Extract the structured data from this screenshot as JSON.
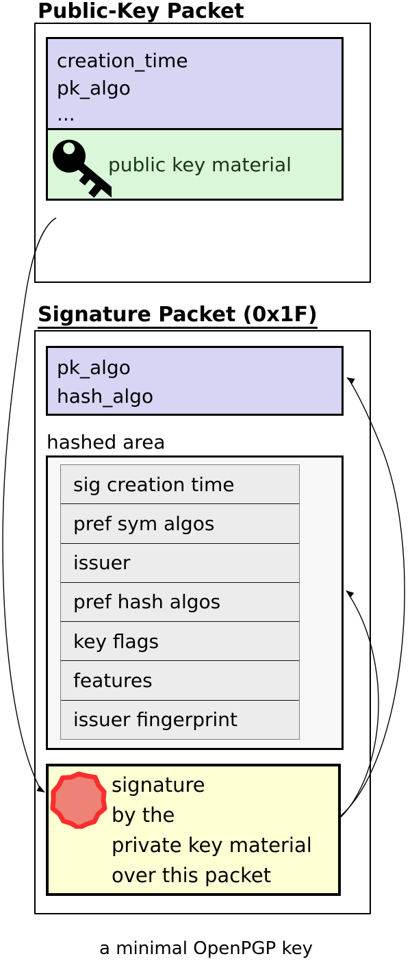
{
  "diagram": {
    "public_key_packet": {
      "title": "Public-Key Packet",
      "fields": [
        "creation_time",
        "pk_algo",
        "..."
      ],
      "key_material_label": "public key material"
    },
    "signature_packet": {
      "title": "Signature Packet (0x1F)",
      "fields": [
        "pk_algo",
        "hash_algo"
      ],
      "hashed_area_label": "hashed area",
      "subpackets": [
        "sig creation time",
        "pref sym algos",
        "issuer",
        "pref hash algos",
        "key flags",
        "features",
        "issuer fingerprint"
      ],
      "signature_note_lines": [
        "signature",
        "by the",
        "private key material",
        "over this packet"
      ]
    },
    "caption": "a minimal OpenPGP key",
    "icons": {
      "key": "key-icon",
      "seal": "seal-icon"
    },
    "colors": {
      "field_box": "#d6d6f4",
      "key_material_box": "#daf7da",
      "key_material_text": "#14381a",
      "hashed_area_bg": "#f8f8f8",
      "subpacket_row_bg": "#ececec",
      "signature_box": "#ffffd4",
      "seal_outer": "#fa2d2d",
      "seal_inner": "#ee8277"
    }
  }
}
